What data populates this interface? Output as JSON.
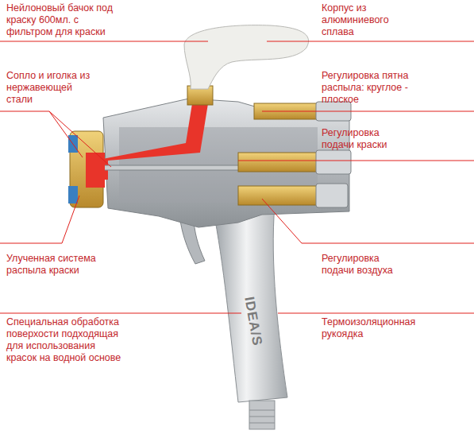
{
  "diagram": {
    "labels": [
      "Нейлоновый бачок под краску 600мл. с фильтром для краски",
      "Корпус из алюминиевого сплава",
      "Сопло и иголка из нержавеющей стали",
      "Регулировка пятна распыла: круглое - плоское",
      "Регулировка подачи краски",
      "Улученная система распыла краски",
      "Регулировка подачи воздуха",
      "Специальная обработка поверхости подходящая для использования красок на водной основе",
      "Термоизоляционная рукоядка",
      "IDEA/S"
    ]
  }
}
